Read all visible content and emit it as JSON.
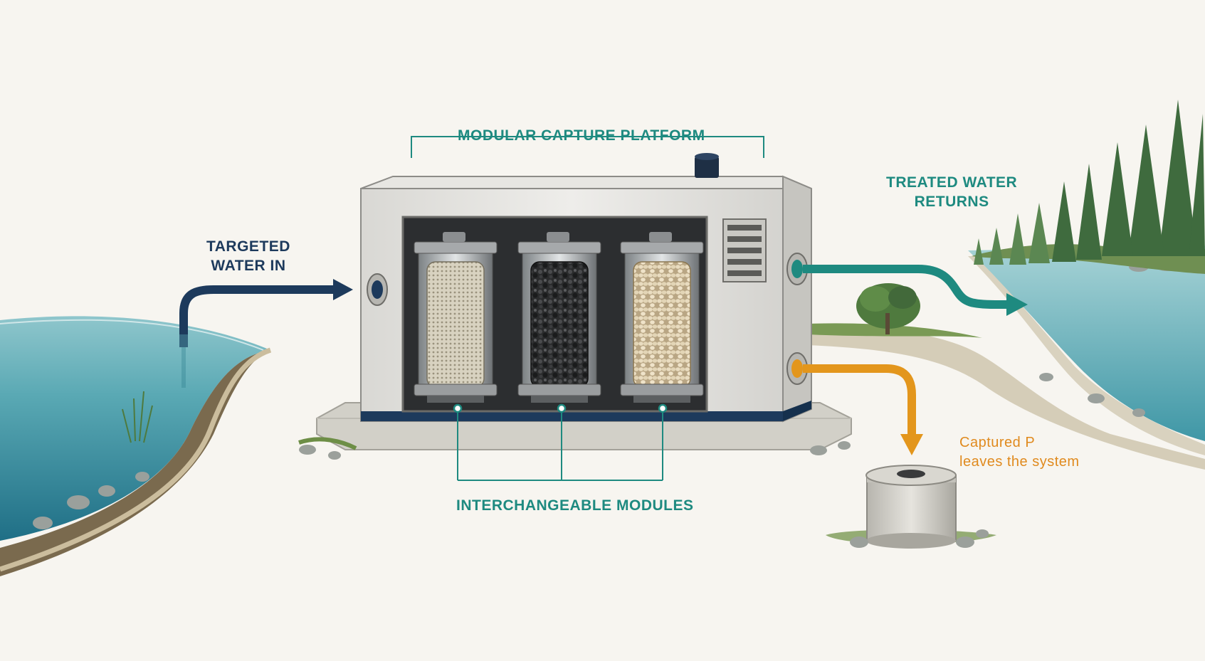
{
  "labels": {
    "platform": "MODULAR CAPTURE PLATFORM",
    "water_in": [
      "TARGETED",
      "WATER IN"
    ],
    "treated": [
      "TREATED WATER",
      "RETURNS"
    ],
    "modules": "INTERCHANGEABLE MODULES",
    "captured": [
      "Captured P",
      "leaves the system"
    ]
  },
  "colors": {
    "background": "#f7f5f0",
    "teal_label": "#1e8a80",
    "navy_label": "#1d3a5c",
    "orange_label": "#e08a1e",
    "inflow_pipe": "#1d3a5c",
    "outflow_pipe": "#1e8a80",
    "capture_pipe": "#e3961c",
    "water": "#4fa3b0"
  },
  "icons": [
    "inflow-arrow-icon",
    "outflow-arrow-icon",
    "capture-arrow-icon",
    "vent-grille-icon",
    "conifer-tree-icon",
    "shrub-icon"
  ],
  "modules": [
    {
      "name": "mesh-filter-module",
      "media": "fine mesh"
    },
    {
      "name": "dark-media-module",
      "media": "dark granular media"
    },
    {
      "name": "pellet-media-module",
      "media": "light pellets"
    }
  ]
}
